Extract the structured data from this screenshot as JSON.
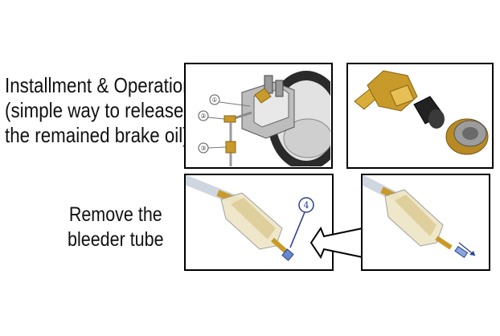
{
  "captions": {
    "installation": "Installment & Operation\n(simple way to release\nthe remained brake oil)",
    "removal": "Remove the\nbleeder tube"
  },
  "callouts": {
    "one": "①",
    "two": "②",
    "three": "③",
    "four": "4"
  },
  "colors": {
    "brass": "#c89a2a",
    "brass_dark": "#8a6512",
    "disc": "#d8d8d8",
    "frame": "#000000",
    "highlight_blue": "#2b3f8f"
  },
  "icons": {
    "arrow_callout": "right-pointing-hollow-arrow",
    "pull_arrow": "diagonal-arrow"
  }
}
